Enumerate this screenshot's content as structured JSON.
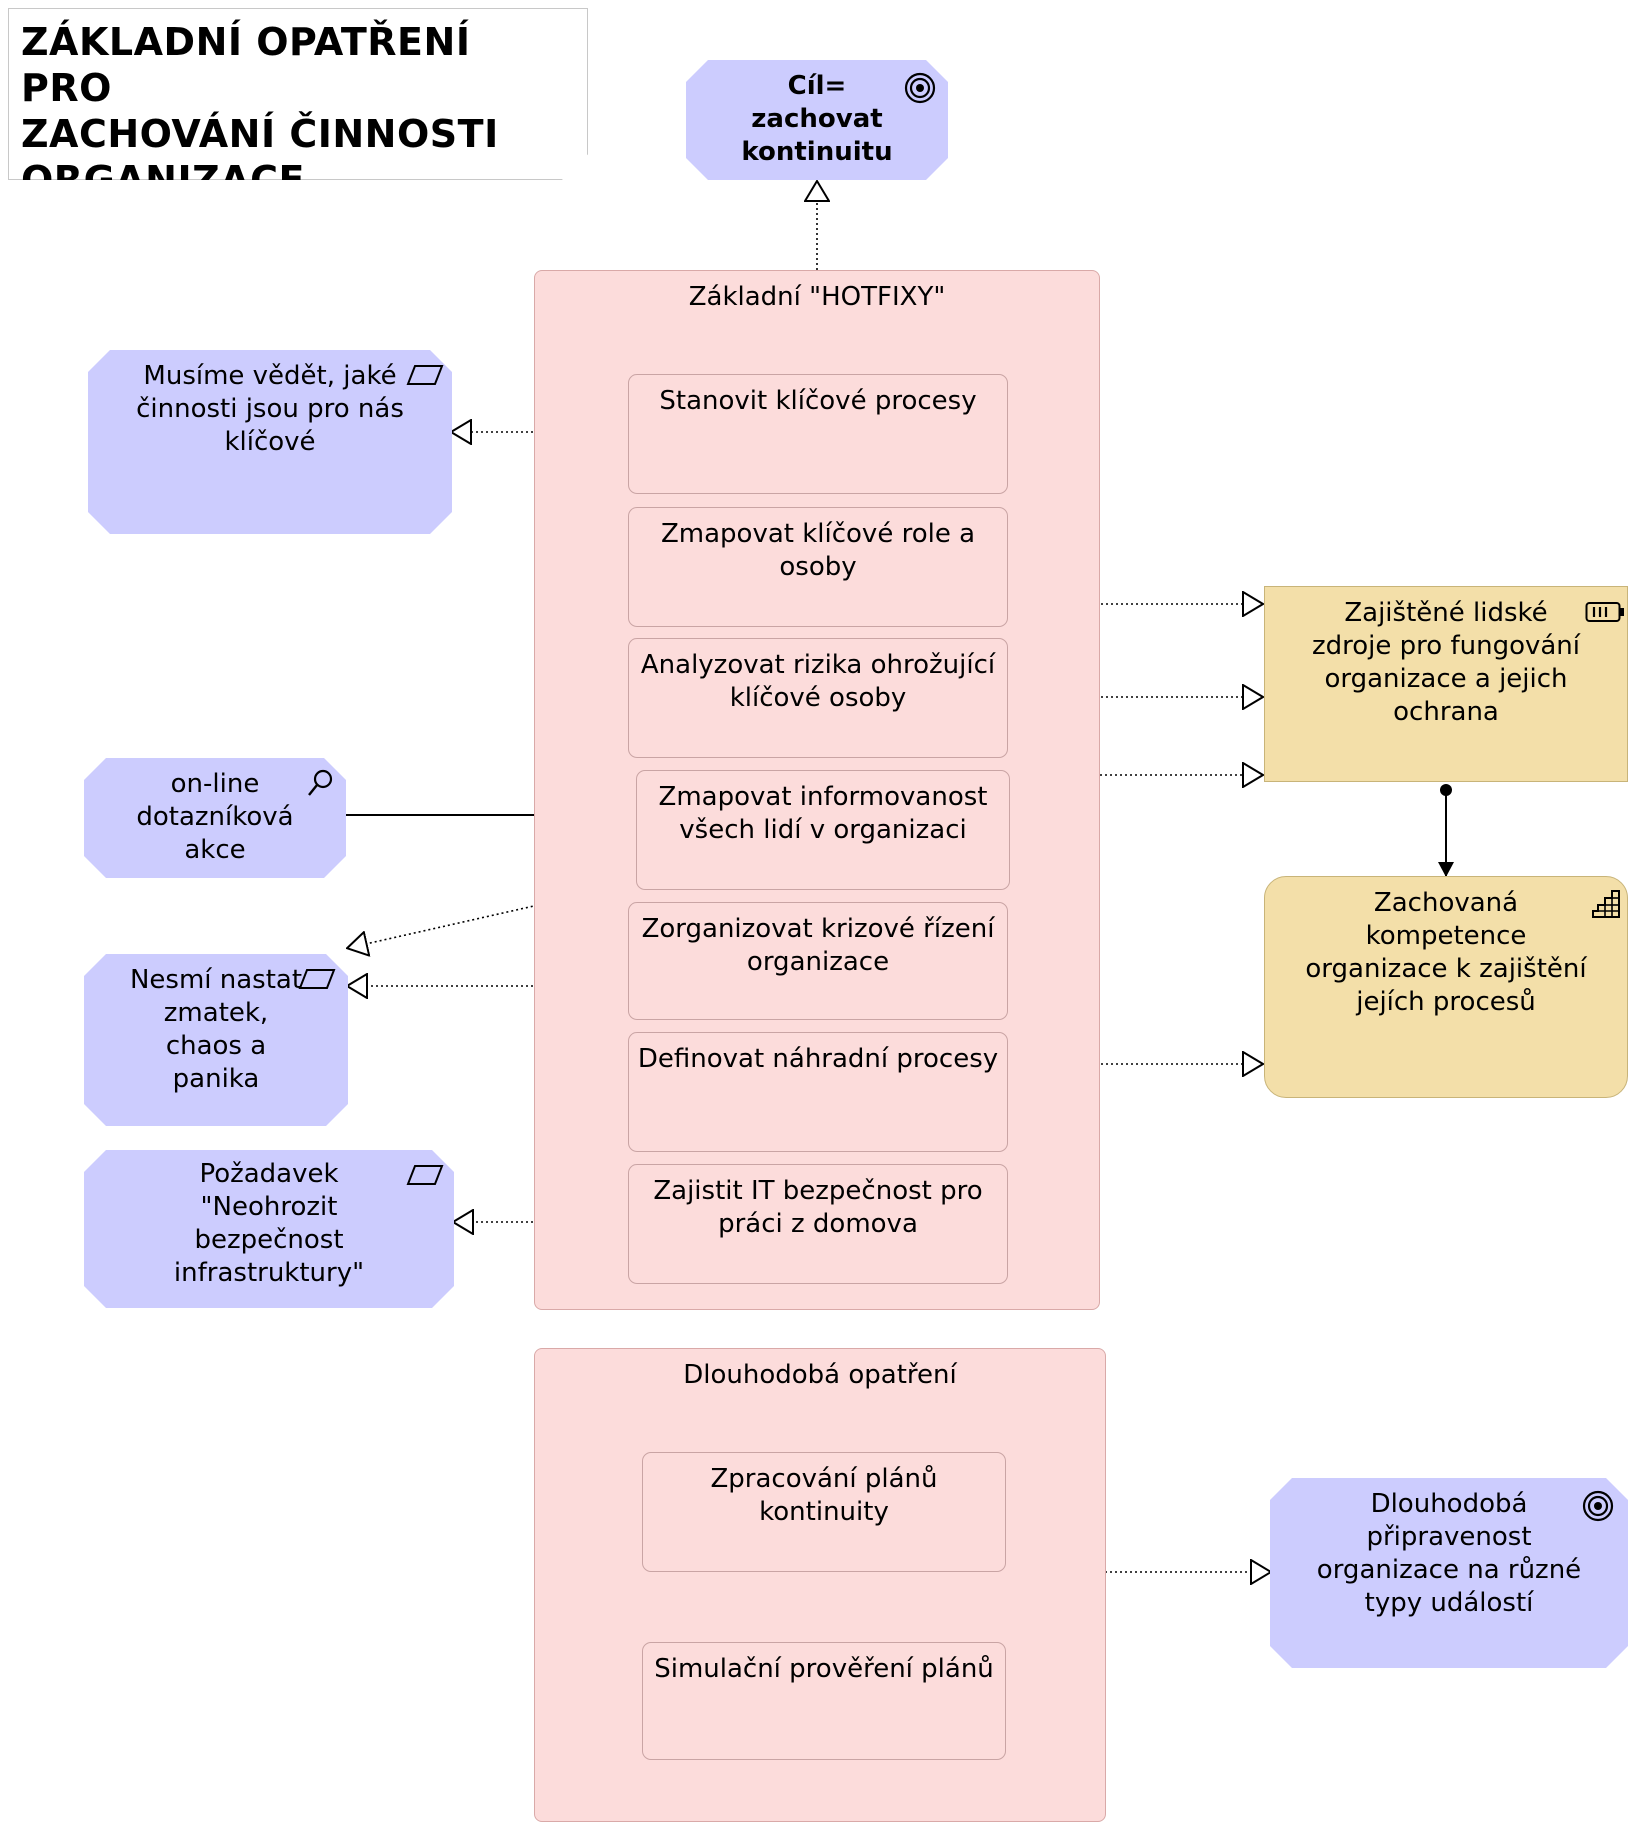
{
  "title": {
    "lines": [
      "ZÁKLADNÍ OPATŘENÍ PRO",
      "ZACHOVÁNÍ ČINNOSTI",
      "ORGANIZACE"
    ]
  },
  "goal_main": {
    "lines": [
      "Cíl=",
      "zachovat",
      "kontinuitu"
    ],
    "icon": "target-icon"
  },
  "hotfix_group": {
    "title": "Základní \"HOTFIXY\"",
    "tasks": [
      {
        "lines": [
          "Stanovit klíčové procesy"
        ]
      },
      {
        "lines": [
          "Zmapovat klíčové role a",
          "osoby"
        ]
      },
      {
        "lines": [
          "Analyzovat rizika ohrožující",
          "klíčové osoby"
        ]
      },
      {
        "lines": [
          "Zmapovat informovanost",
          "všech lidí v organizaci"
        ]
      },
      {
        "lines": [
          "Zorganizovat krizové řízení",
          "organizace"
        ]
      },
      {
        "lines": [
          "Definovat náhradní procesy"
        ]
      },
      {
        "lines": [
          "Zajistit IT bezpečnost pro",
          "práci z domova"
        ]
      }
    ]
  },
  "left_nodes": {
    "key_activities": {
      "lines": [
        "Musíme vědět, jaké",
        "činnosti jsou pro nás",
        "klíčové"
      ],
      "icon": "requirement-icon"
    },
    "survey": {
      "lines": [
        "on-line",
        "dotazníková",
        "akce"
      ],
      "icon": "magnifier-icon"
    },
    "no_chaos": {
      "lines": [
        "Nesmí nastat",
        "zmatek,",
        "chaos a",
        "panika"
      ],
      "icon": "requirement-icon"
    },
    "it_security": {
      "lines": [
        "Požadavek",
        "\"Neohrozit",
        "bezpečnost",
        "infrastruktury\""
      ],
      "icon": "requirement-icon"
    }
  },
  "right_nodes": {
    "human_resources": {
      "lines": [
        "Zajištěné lidské",
        "zdroje pro fungování",
        "organizace a jejich",
        "ochrana"
      ],
      "icon": "battery-icon"
    },
    "competence": {
      "lines": [
        "Zachovaná",
        "kompetence",
        "organizace k zajištění",
        "jejích procesů"
      ],
      "icon": "stairs-icon"
    },
    "long_term_readiness": {
      "lines": [
        "Dlouhodobá",
        "připravenost",
        "organizace na různé",
        "typy událostí"
      ],
      "icon": "target-icon"
    }
  },
  "longterm_group": {
    "title": "Dlouhodobá opatření",
    "tasks": [
      {
        "lines": [
          "Zpracování plánů",
          "kontinuity"
        ]
      },
      {
        "lines": [
          "Simulační prověření plánů"
        ]
      }
    ]
  },
  "colors": {
    "goal_fill": "#ccccfe",
    "group_fill": "#fcdcdb",
    "outcome_fill": "#f3dfa9"
  }
}
